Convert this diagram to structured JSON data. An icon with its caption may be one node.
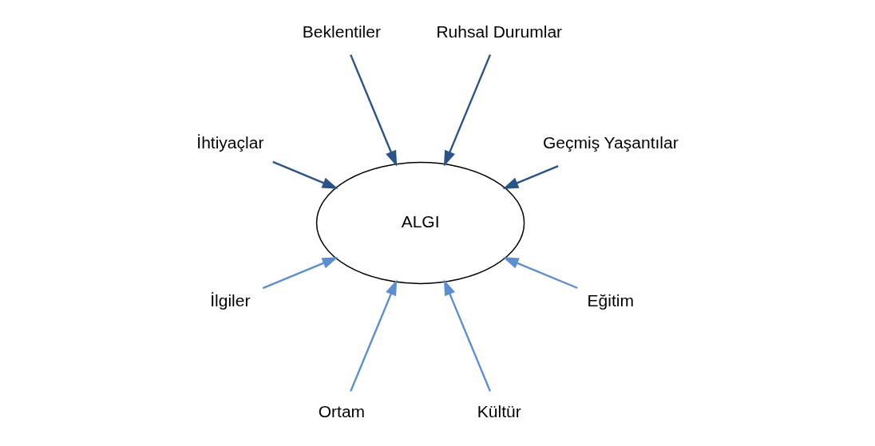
{
  "diagram": {
    "nodes": [
      {
        "text": [
          "ALGI"
        ]
      },
      {
        "text": [
          "Geçmiş Yaşantılar"
        ]
      },
      {
        "text": [
          "Ruhsal Durumlar"
        ]
      },
      {
        "text": [
          "Beklentiler"
        ]
      },
      {
        "text": [
          "İhtiyaçlar"
        ]
      },
      {
        "text": [
          "İlgiler"
        ]
      },
      {
        "text": [
          "Ortam"
        ]
      },
      {
        "text": [
          "Kültür"
        ]
      },
      {
        "text": [
          "Eğitim"
        ]
      }
    ],
    "edges": [
      {
        "from": 1,
        "to": 0,
        "arrow": "to",
        "color": "#2a5388"
      },
      {
        "from": 2,
        "to": 0,
        "arrow": "to",
        "color": "#2a5388"
      },
      {
        "from": 3,
        "to": 0,
        "arrow": "to",
        "color": "#2a5388"
      },
      {
        "from": 4,
        "to": 0,
        "arrow": "to",
        "color": "#2a5388"
      },
      {
        "from": 5,
        "to": 0,
        "arrow": "to",
        "color": "#5b8fd0"
      },
      {
        "from": 6,
        "to": 0,
        "arrow": "to",
        "color": "#5b8fd0"
      },
      {
        "from": 7,
        "to": 0,
        "arrow": "to",
        "color": "#5b8fd0"
      },
      {
        "from": 8,
        "to": 0,
        "arrow": "to",
        "color": "#5b8fd0"
      }
    ]
  }
}
